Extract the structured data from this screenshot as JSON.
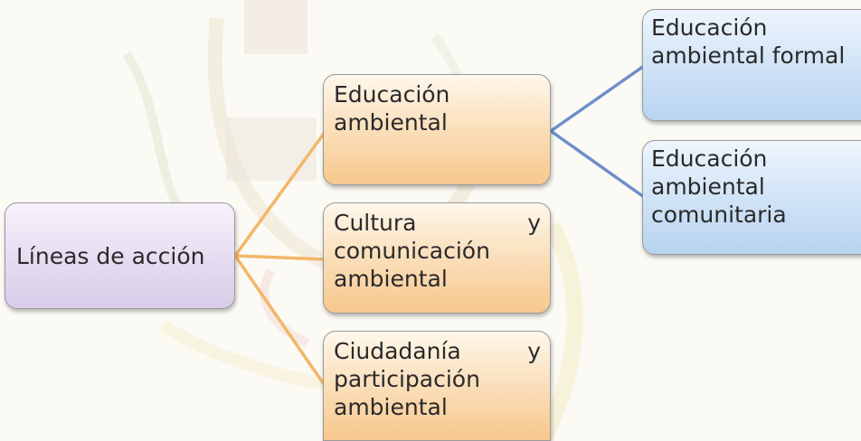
{
  "diagram": {
    "root": {
      "label": "Líneas de acción"
    },
    "level1": [
      {
        "lines": [
          "Educación",
          "ambiental"
        ]
      },
      {
        "first_line_left": "Cultura",
        "first_line_right": "y",
        "lines": [
          "comunicación",
          "ambiental"
        ]
      },
      {
        "first_line_left": "Ciudadanía",
        "first_line_right": "y",
        "lines": [
          "participación",
          "ambiental"
        ]
      }
    ],
    "level2": [
      {
        "lines": [
          "Educación",
          "ambiental formal"
        ]
      },
      {
        "lines": [
          "Educación",
          "ambiental",
          "comunitaria"
        ]
      }
    ]
  },
  "colors": {
    "root_fill": "#e6dcf1",
    "level1_fill": "#fadcb5",
    "level2_fill": "#cfe2f6",
    "connector_level1": "#f4b669",
    "connector_level2": "#6f8fc9",
    "watermark": "#d9ccb0"
  },
  "watermark_icon": "coat-of-arms-icon"
}
